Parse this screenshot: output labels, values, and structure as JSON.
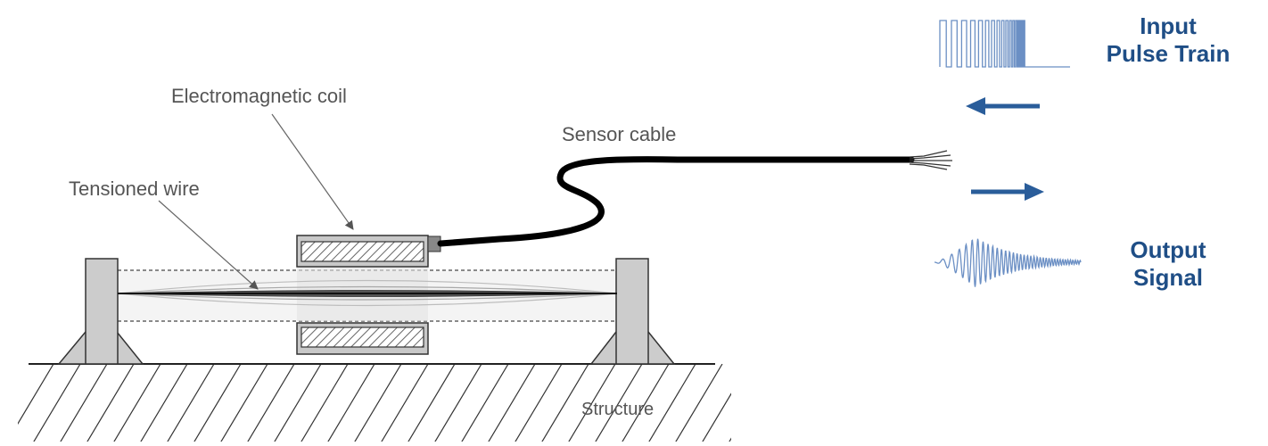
{
  "labels": {
    "coil": "Electromagnetic coil",
    "cable": "Sensor cable",
    "wire": "Tensioned wire",
    "structure": "Structure"
  },
  "signals": {
    "input_line1": "Input",
    "input_line2": "Pulse Train",
    "output_line1": "Output",
    "output_line2": "Signal"
  },
  "colors": {
    "accent": "#2a5d9a",
    "title": "#1f4e86",
    "label": "#555555",
    "support": "#cccccc",
    "waveform": "#6b8fc4"
  }
}
